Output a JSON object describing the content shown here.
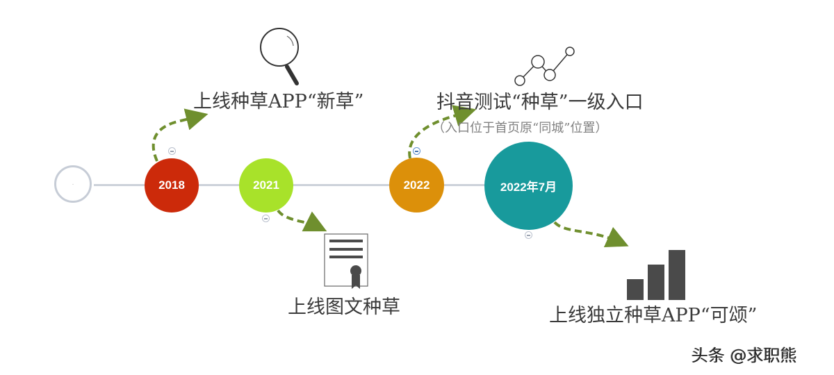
{
  "timeline": {
    "start_node": {
      "label": "·"
    },
    "nodes": [
      {
        "id": "2018",
        "label": "2018",
        "color": "#cc2a0a"
      },
      {
        "id": "2021",
        "label": "2021",
        "color": "#a8e22a"
      },
      {
        "id": "2022",
        "label": "2022",
        "color": "#dc900a"
      },
      {
        "id": "2022-07",
        "label": "2022年7月",
        "color": "#189a9c"
      }
    ],
    "line_color": "#ccd2da",
    "arrow_color": "#6f8f2e"
  },
  "events": [
    {
      "node": "2018",
      "title": "上线种草APP“新草”",
      "icon": "magnifier-icon"
    },
    {
      "node": "2021",
      "title": "上线图文种草",
      "icon": "certificate-icon"
    },
    {
      "node": "2022",
      "title": "抖音测试“种草”一级入口",
      "subtitle": "（入口位于首页原“同城”位置）",
      "icon": "line-chart-icon"
    },
    {
      "node": "2022-07",
      "title": "上线独立种草APP“可颂”",
      "icon": "bar-chart-icon"
    }
  ],
  "watermark": "头条 @求职熊"
}
